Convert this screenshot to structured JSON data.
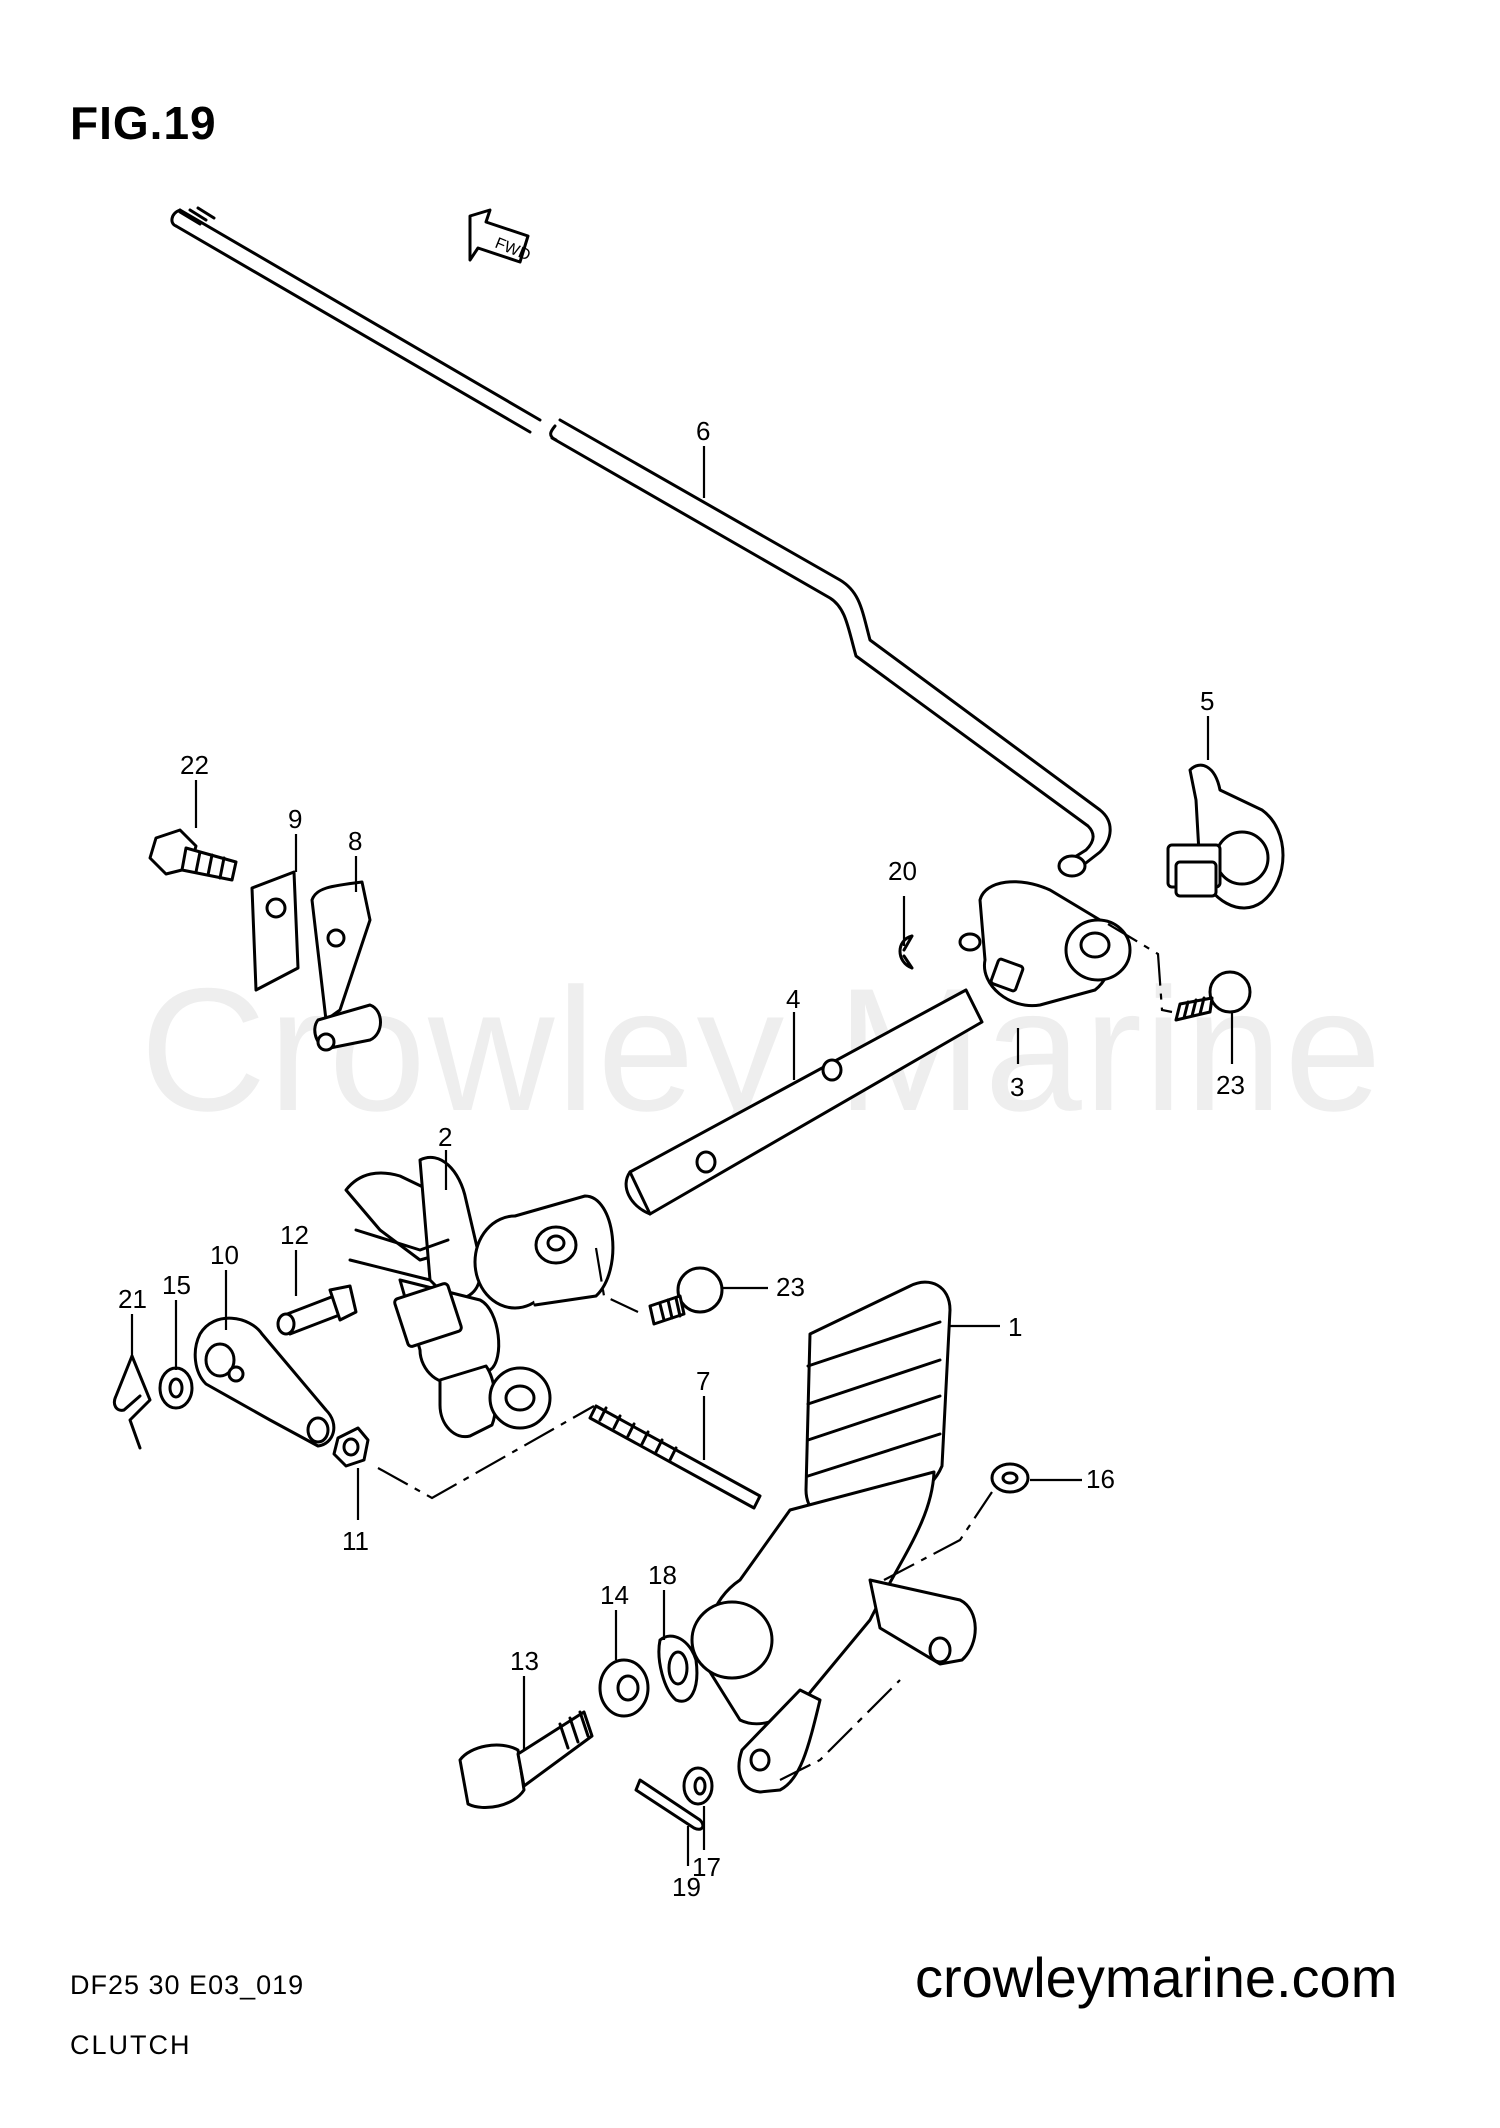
{
  "figure": {
    "title": "FIG.19"
  },
  "watermark": "Crowley Marine",
  "direction_marker": {
    "label": "FWD"
  },
  "footer": {
    "drawing_code": "DF25 30 E03_019",
    "section_name": "CLUTCH",
    "website": "crowleymarine.com"
  },
  "callouts": [
    {
      "id": "1",
      "label": "1"
    },
    {
      "id": "2",
      "label": "2"
    },
    {
      "id": "3",
      "label": "3"
    },
    {
      "id": "4",
      "label": "4"
    },
    {
      "id": "5",
      "label": "5"
    },
    {
      "id": "6",
      "label": "6"
    },
    {
      "id": "7",
      "label": "7"
    },
    {
      "id": "8",
      "label": "8"
    },
    {
      "id": "9",
      "label": "9"
    },
    {
      "id": "10",
      "label": "10"
    },
    {
      "id": "11",
      "label": "11"
    },
    {
      "id": "12",
      "label": "12"
    },
    {
      "id": "13",
      "label": "13"
    },
    {
      "id": "14",
      "label": "14"
    },
    {
      "id": "15",
      "label": "15"
    },
    {
      "id": "16",
      "label": "16"
    },
    {
      "id": "17",
      "label": "17"
    },
    {
      "id": "18",
      "label": "18"
    },
    {
      "id": "19",
      "label": "19"
    },
    {
      "id": "20",
      "label": "20"
    },
    {
      "id": "21",
      "label": "21"
    },
    {
      "id": "22",
      "label": "22"
    },
    {
      "id": "23a",
      "label": "23"
    },
    {
      "id": "23b",
      "label": "23"
    }
  ]
}
